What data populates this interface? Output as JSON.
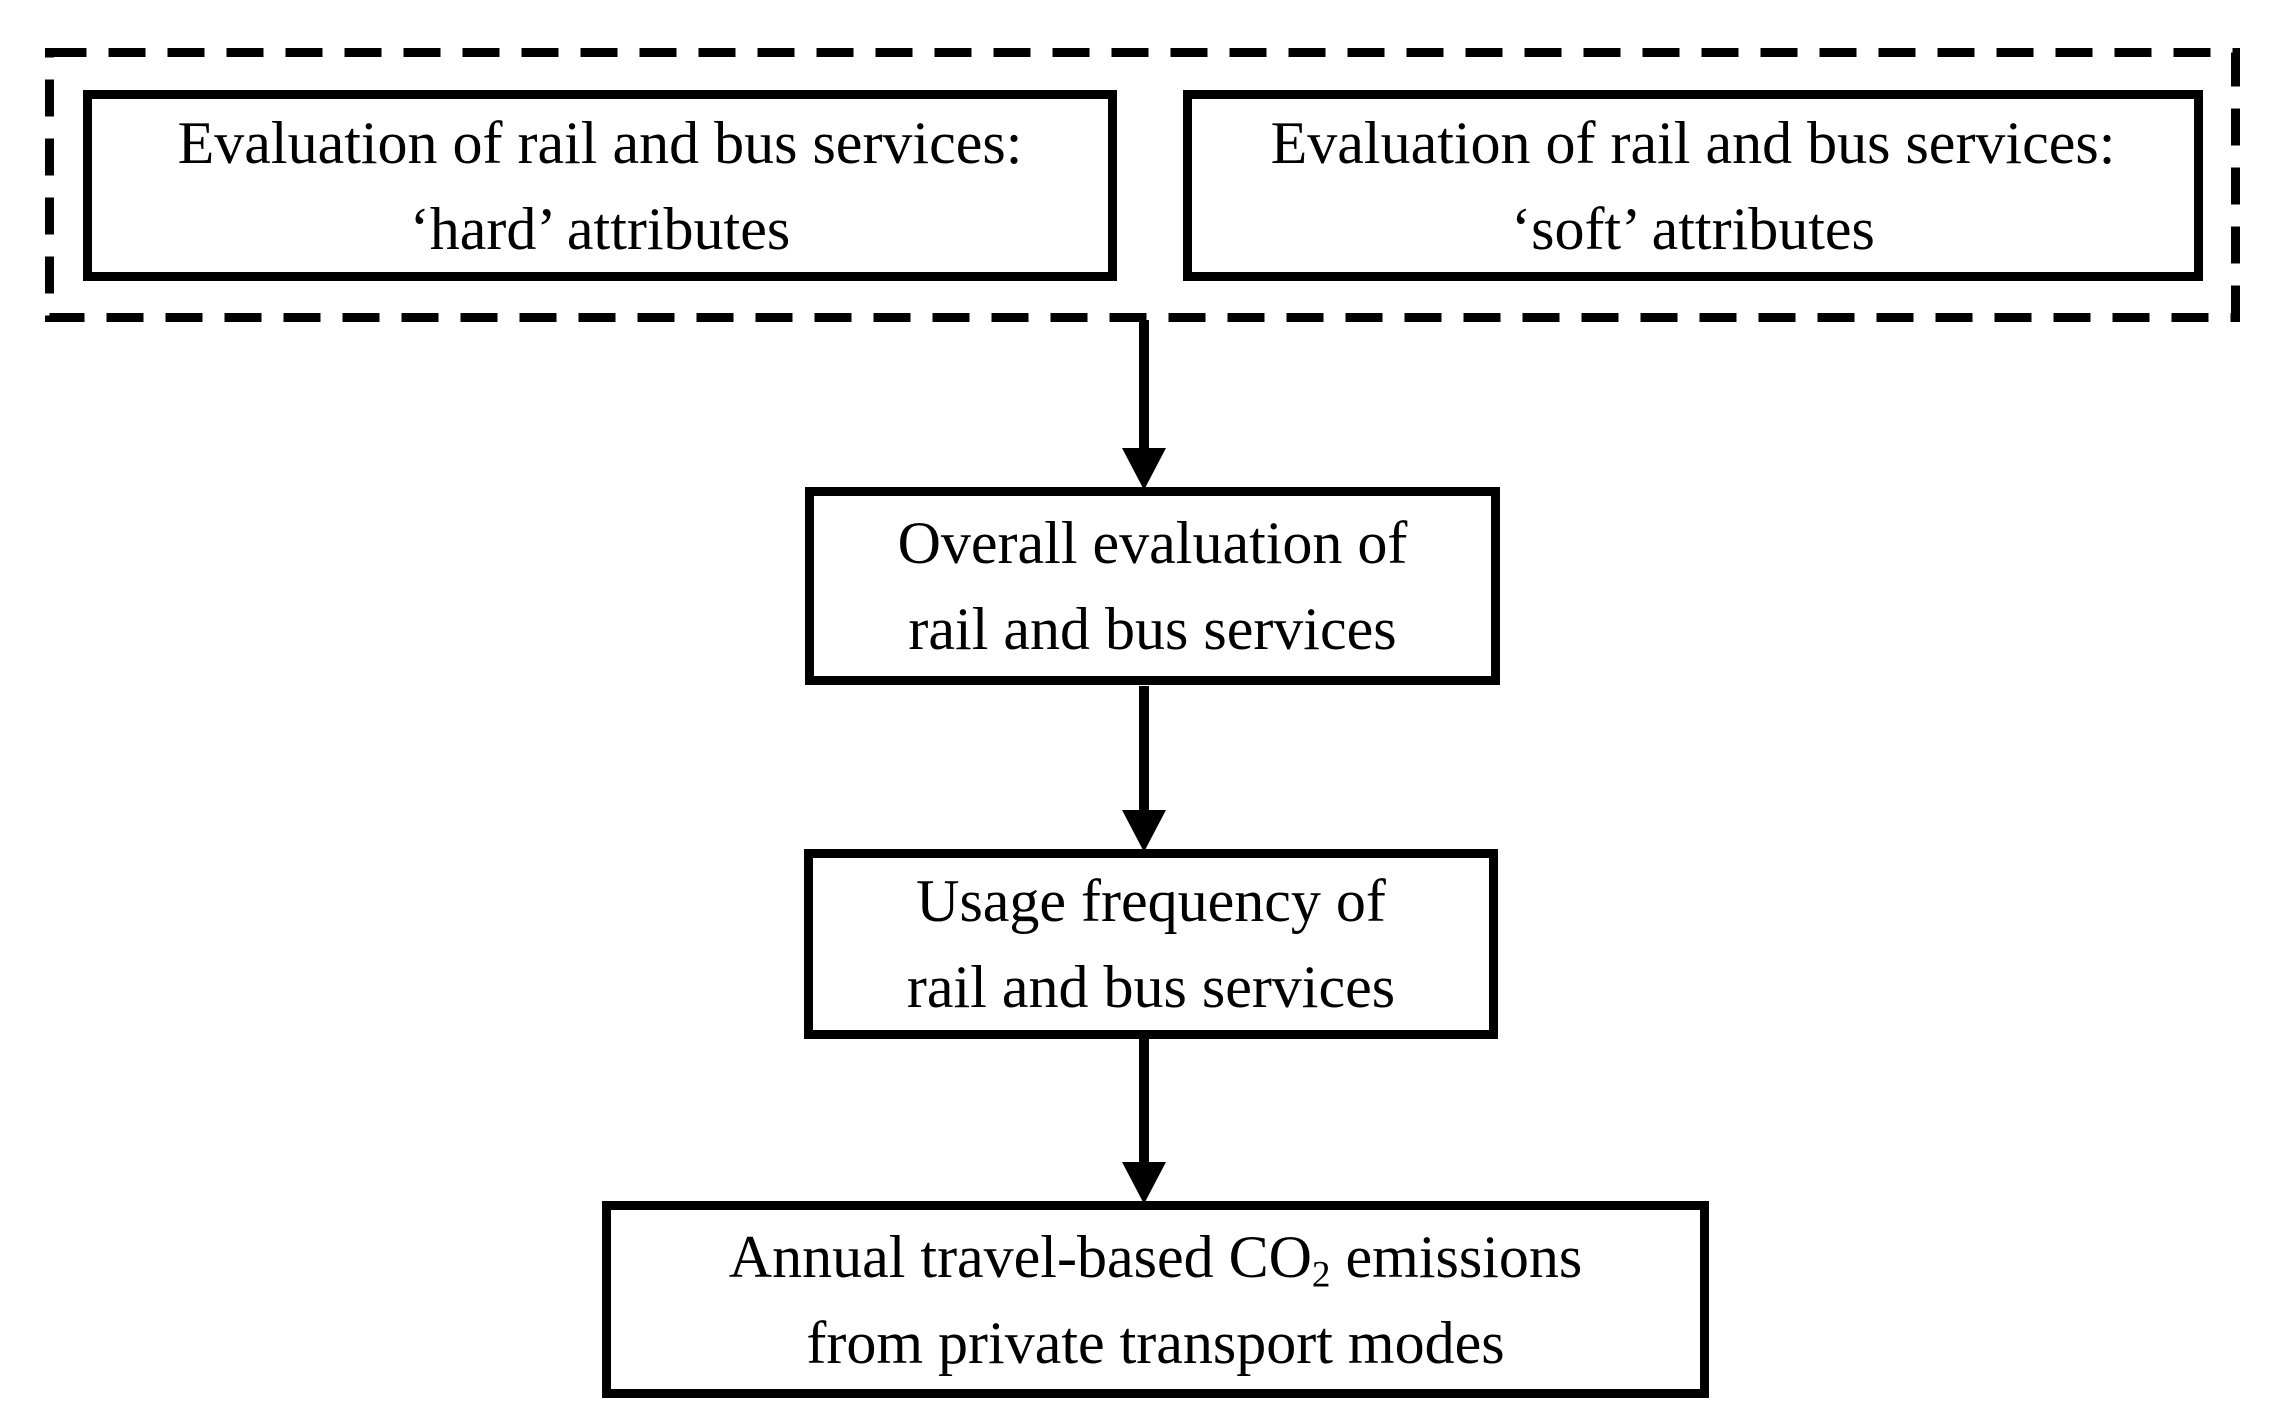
{
  "canvas": {
    "background": "#ffffff",
    "ink": "#000000"
  },
  "antecedents_group": {
    "style": "dashed-border",
    "hard_box": {
      "line1": "Evaluation of rail and bus services:",
      "line2": "‘hard’ attributes"
    },
    "soft_box": {
      "line1": "Evaluation of rail and bus services:",
      "line2": "‘soft’ attributes"
    }
  },
  "overall_box": {
    "line1": "Overall evaluation of",
    "line2": "rail and bus services"
  },
  "usage_box": {
    "line1": "Usage frequency of",
    "line2": "rail and bus services"
  },
  "emissions_box": {
    "line1_before_sub": "Annual travel-based CO",
    "line1_sub": "2",
    "line1_after_sub": " emissions",
    "line2": "from private transport modes"
  },
  "connections": [
    {
      "from": "antecedents-group",
      "to": "overall-box"
    },
    {
      "from": "overall-box",
      "to": "usage-box"
    },
    {
      "from": "usage-box",
      "to": "emissions-box"
    }
  ]
}
